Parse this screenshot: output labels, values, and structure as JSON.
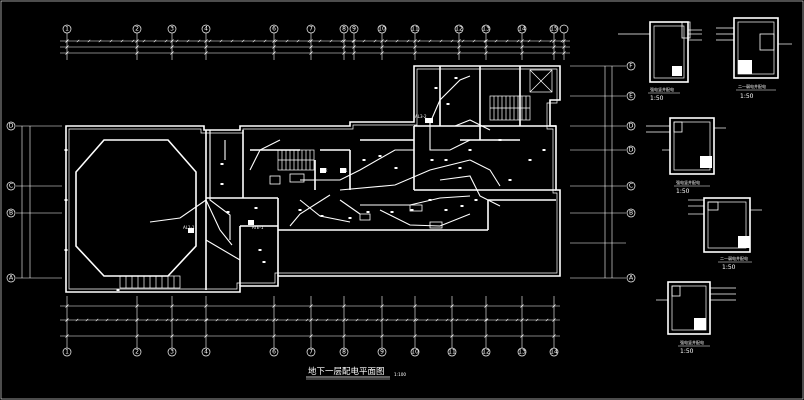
{
  "plan": {
    "title": "地下一层配电平面图",
    "scale": "1:100",
    "axes_top": [
      "1",
      "2",
      "3",
      "4",
      "6",
      "7",
      "8",
      "9",
      "10",
      "11",
      "12",
      "13",
      "14",
      "15"
    ],
    "axes_bottom": [
      "1",
      "2",
      "3",
      "4",
      "6",
      "7",
      "8",
      "9",
      "10",
      "11",
      "12",
      "13",
      "14"
    ],
    "axes_left": [
      "D",
      "C",
      "B",
      "A"
    ],
    "axes_right": [
      "F",
      "E",
      "D",
      "C",
      "B",
      "A"
    ],
    "panel_labels": [
      "AL3-2",
      "AL1-1",
      "ATE-1",
      "AL1",
      "AL2"
    ]
  },
  "details": [
    {
      "title": "强电竖井配电",
      "scale": "1:50"
    },
    {
      "title": "二一弱电井配电",
      "scale": "1:50"
    },
    {
      "title": "强电竖井配电",
      "scale": "1:50"
    },
    {
      "title": "二一弱电井配电",
      "scale": "1:50"
    },
    {
      "title": "强电竖井配电",
      "scale": "1:50"
    }
  ]
}
